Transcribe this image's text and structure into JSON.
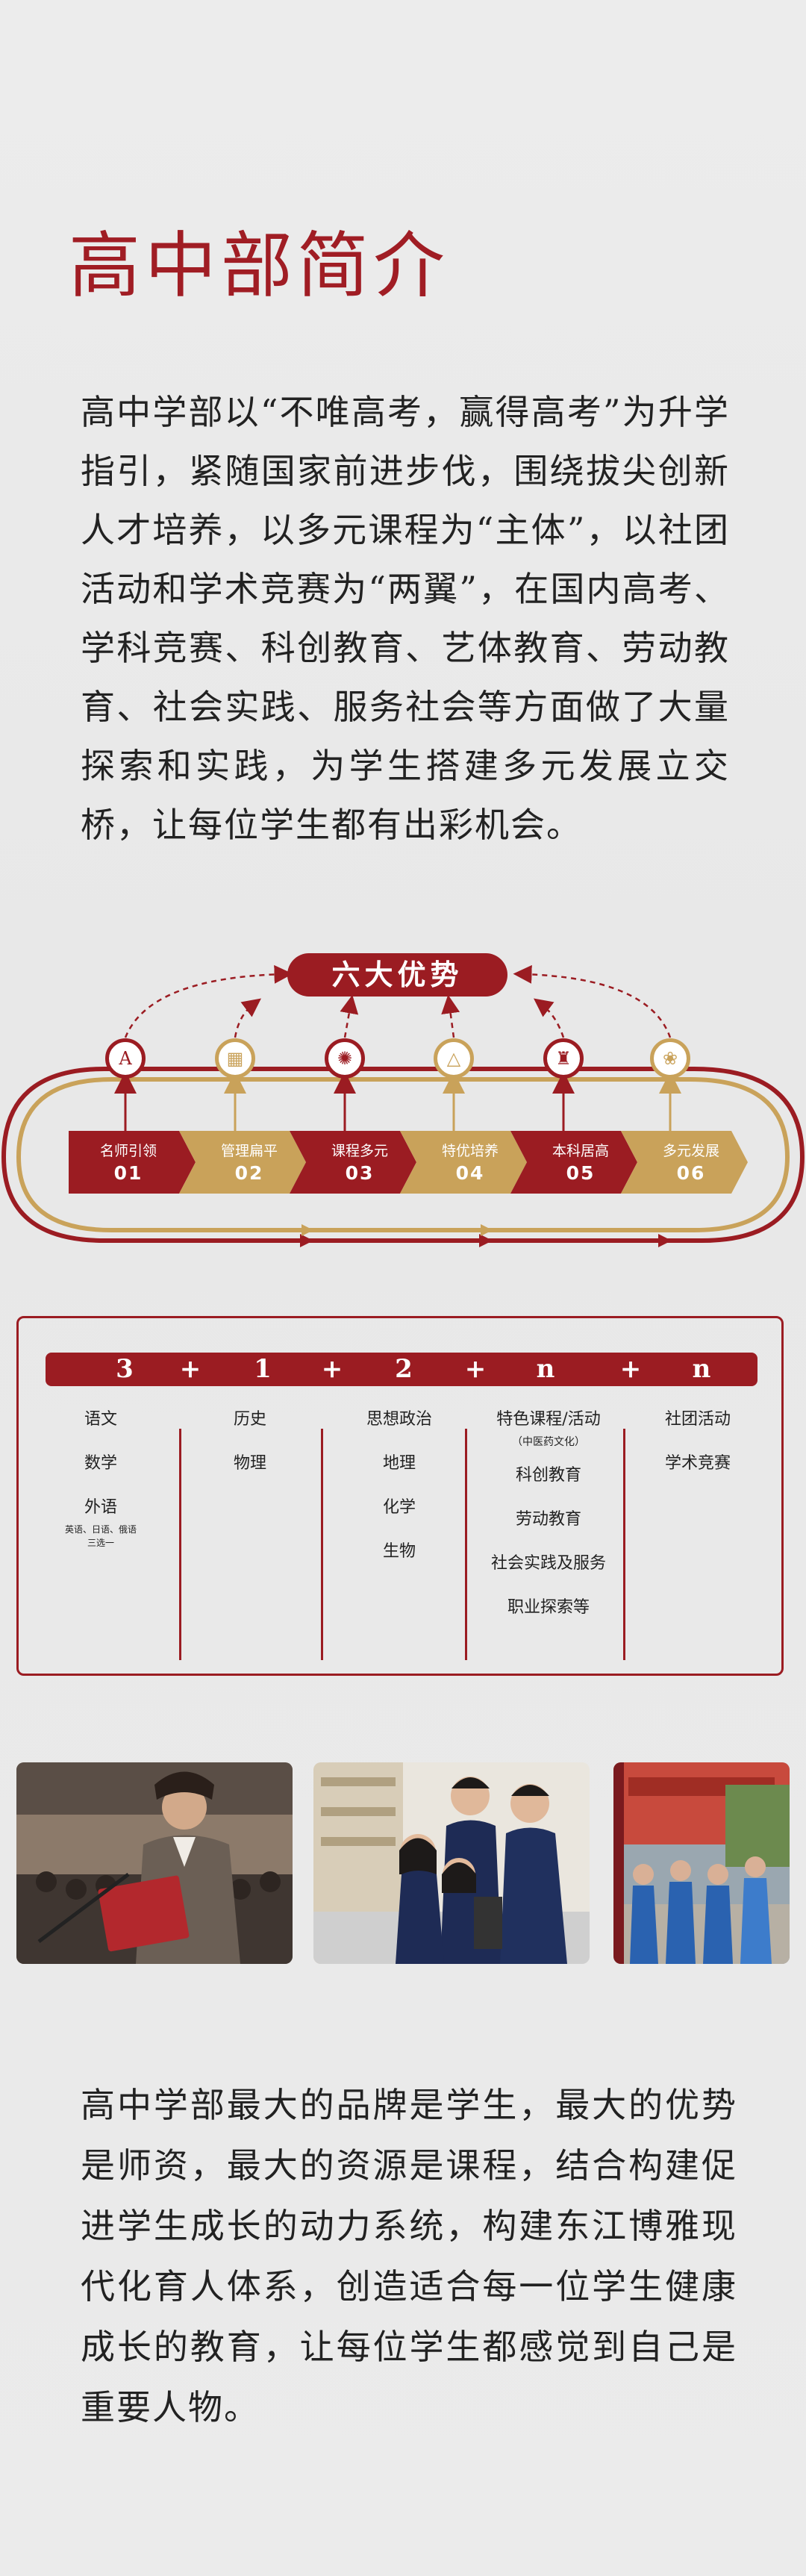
{
  "page": {
    "title": "高中部简介",
    "intro": "高中学部以“不唯高考，赢得高考”为升学指引，紧随国家前进步伐，围绕拔尖创新人才培养，以多元课程为“主体”，以社团活动和学术竞赛为“两翼”，在国内高考、学科竞赛、科创教育、艺体教育、劳动教育、社会实践、服务社会等方面做了大量探索和实践，为学生搭建多元发展立交桥，让每位学生都有出彩机会。",
    "closing": "高中学部最大的品牌是学生，最大的优势是师资，最大的资源是课程，结合构建促进学生成长的动力系统，构建东江博雅现代化育人体系，创造适合每一位学生健康成长的教育，让每位学生都感觉到自己是重要人物。"
  },
  "advantages": {
    "title": "六大优势",
    "items": [
      {
        "label": "名师引领",
        "num": "01",
        "color": "red",
        "icon": "exam-a-icon"
      },
      {
        "label": "管理扁平",
        "num": "02",
        "color": "gold",
        "icon": "grid-icon"
      },
      {
        "label": "课程多元",
        "num": "03",
        "color": "red",
        "icon": "atom-icon"
      },
      {
        "label": "特优培养",
        "num": "04",
        "color": "gold",
        "icon": "pyramid-icon"
      },
      {
        "label": "本科居高",
        "num": "05",
        "color": "red",
        "icon": "grad-cap-icon"
      },
      {
        "label": "多元发展",
        "num": "06",
        "color": "gold",
        "icon": "flower-icon"
      }
    ],
    "colors": {
      "red": "#9b1c22",
      "gold": "#c9a25a"
    }
  },
  "curriculum": {
    "bar": [
      "3",
      "+",
      "1",
      "+",
      "2",
      "+",
      "n",
      "+",
      "n"
    ],
    "col1": {
      "a": "语文",
      "b": "数学",
      "c": "外语",
      "c_note": "英语、日语、俄语",
      "c_note2": "三选一"
    },
    "col2": {
      "a": "历史",
      "b": "物理"
    },
    "col3": {
      "a": "思想政治",
      "b": "地理",
      "c": "化学",
      "d": "生物"
    },
    "col4": {
      "a": "特色课程/活动",
      "a_note": "（中医药文化）",
      "b": "科创教育",
      "c": "劳动教育",
      "d": "社会实践及服务",
      "e": "职业探索等"
    },
    "col5": {
      "a": "社团活动",
      "b": "学术竞赛"
    }
  },
  "photos": [
    {
      "icon": "speech-photo"
    },
    {
      "icon": "students-lab-photo"
    },
    {
      "icon": "campus-gate-photo"
    }
  ]
}
